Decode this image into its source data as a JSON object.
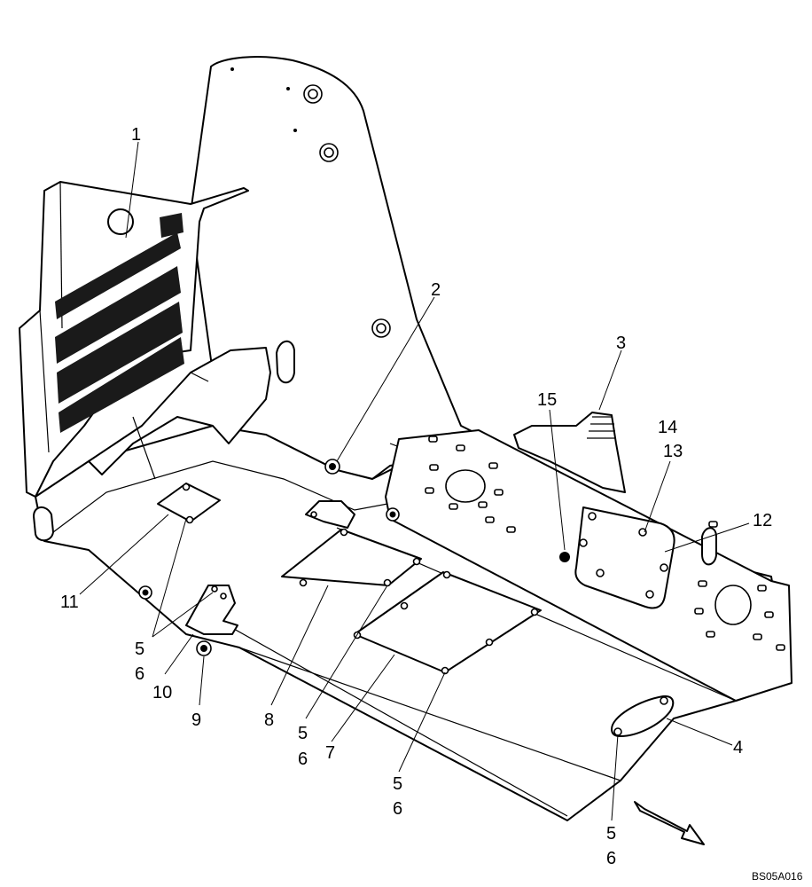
{
  "callouts": {
    "c1": "1",
    "c2": "2",
    "c3": "3",
    "c4": "4",
    "c5a": "5",
    "c6a": "6",
    "c5b": "5",
    "c6b": "6",
    "c5c": "5",
    "c6c": "6",
    "c5d": "5",
    "c6d": "6",
    "c7": "7",
    "c8": "8",
    "c9": "9",
    "c10": "10",
    "c11": "11",
    "c12": "12",
    "c13": "13",
    "c14": "14",
    "c15": "15"
  },
  "reference_code": "BS05A016",
  "colors": {
    "line": "#000000",
    "background": "#ffffff"
  }
}
